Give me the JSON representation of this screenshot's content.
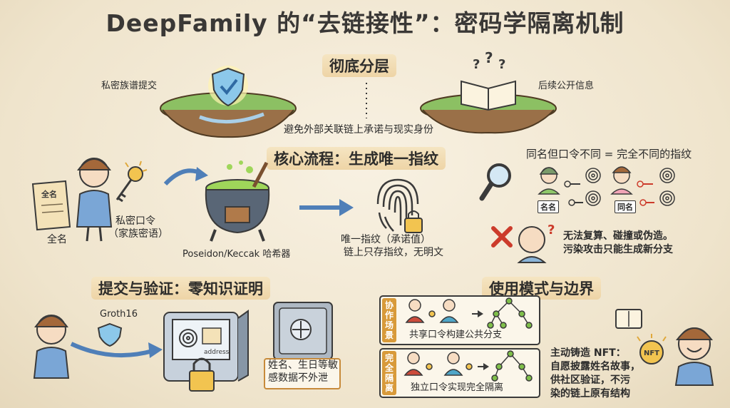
{
  "title": "DeepFamily 的“去链接性”：密码学隔离机制",
  "section1": {
    "header": "彻底分层",
    "left_label": "私密族谱提交",
    "right_label": "后续公开信息",
    "middle_label": "避免外部关联链上承诺与现实身份"
  },
  "section2": {
    "header": "核心流程：生成唯一指纹",
    "scroll_label": "全名",
    "full_name": "全名",
    "key_label_1": "私密口令",
    "key_label_2": "（家族密语）",
    "hasher": "Poseidon/Keccak 哈希器",
    "fp_label_1": "唯一指纹（承诺值）",
    "fp_label_2": "链上只存指纹，无明文"
  },
  "right_top": {
    "title": "同名但口令不同 = 完全不同的指纹",
    "chip_left": "名名",
    "chip_right": "同名",
    "fail_1": "无法复算、碰撞或伪造。",
    "fail_2": "污染攻击只能生成新分支"
  },
  "section3": {
    "header": "提交与验证：零知识证明",
    "proof": "Groth16",
    "address": "address",
    "secure_1": "姓名、生日等敏",
    "secure_2": "感数据不外泄"
  },
  "section4": {
    "header": "使用模式与边界",
    "mode1_tag": "协作场景",
    "mode1_caption": "共享口令构建公共分支",
    "mode2_tag": "完全隔离",
    "mode2_caption": "独立口令实现完全隔离",
    "nft_badge": "NFT",
    "nft_1": "主动铸造 NFT：",
    "nft_2": "自愿披露姓名故事，",
    "nft_3": "供社区验证，不污",
    "nft_4": "染的链上原有结构"
  },
  "colors": {
    "accent": "#d89a3a",
    "arrow": "#4f7fb8",
    "green": "#7fbf4a",
    "fail": "#cc3b2b"
  }
}
